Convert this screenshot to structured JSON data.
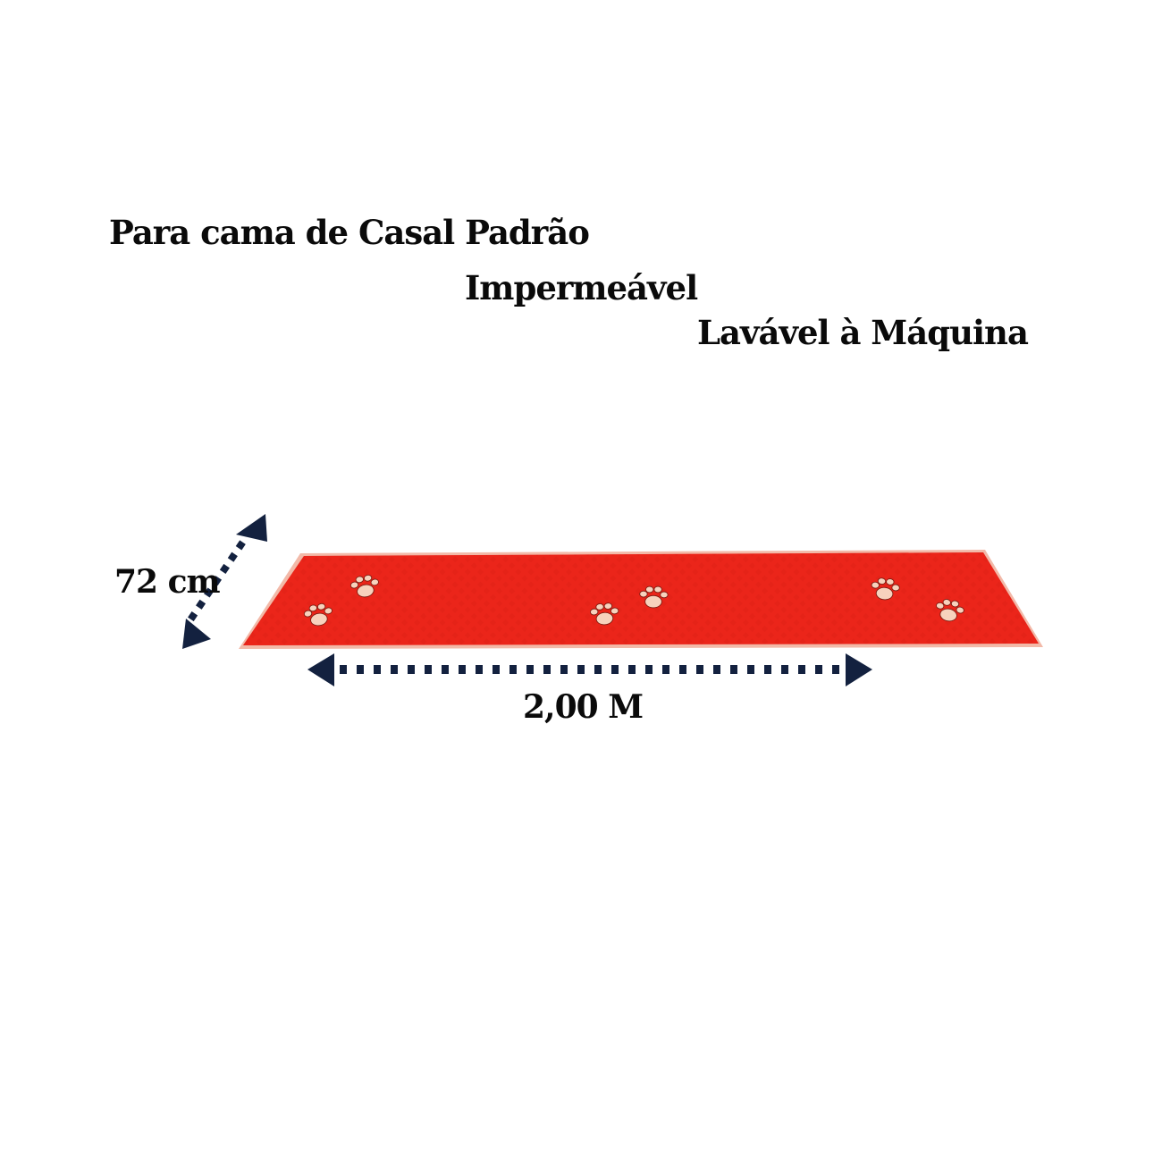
{
  "headline": {
    "line1": "Para cama de Casal  Padrão",
    "line2": "Impermeável",
    "line3": "Lavável à Máquina"
  },
  "product": {
    "name": "pet-mat",
    "color": "#e8221a",
    "border_color": "#f2b9a8",
    "paw_color": "#f7d2bd",
    "paw_count": 6
  },
  "dimensions": {
    "width_label": "72 cm",
    "length_label": "2,00 M",
    "arrow_color": "#13213f"
  }
}
